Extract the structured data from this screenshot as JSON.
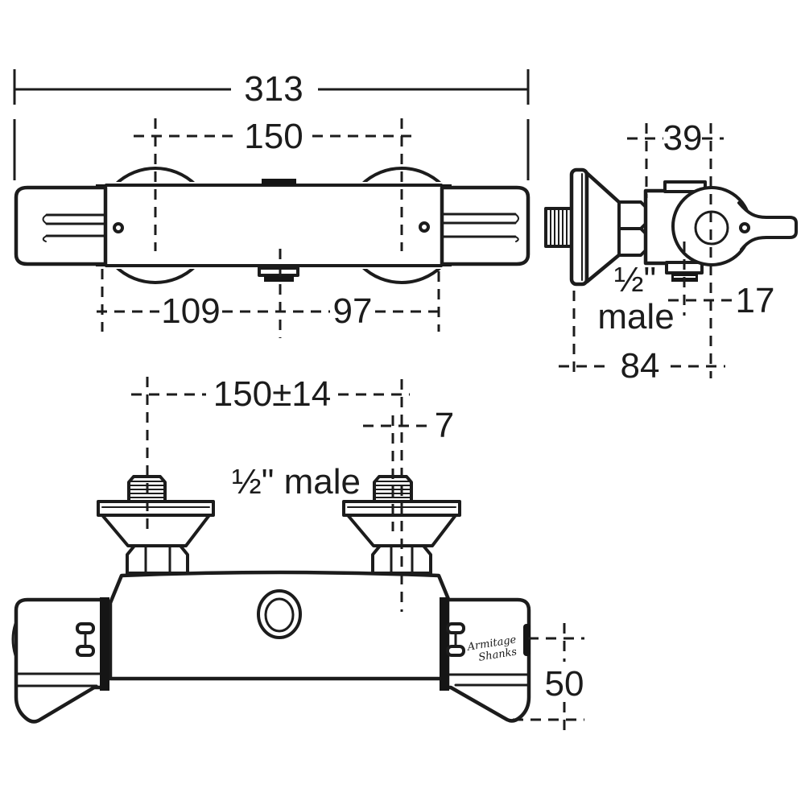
{
  "drawing": {
    "brand": {
      "line1": "Armitage",
      "line2": "Shanks"
    },
    "top_view": {
      "overall_width": "313",
      "union_centres": "150",
      "left_span": "109",
      "right_span": "97"
    },
    "side_view": {
      "top_offset": "39",
      "outlet_offset": "17",
      "depth": "84",
      "thread_size": "½\"",
      "thread_gender": "male"
    },
    "front_view": {
      "union_centres": "150±14",
      "eccentric_offset": "7",
      "thread_label": "½\" male",
      "drop_height": "50"
    }
  }
}
